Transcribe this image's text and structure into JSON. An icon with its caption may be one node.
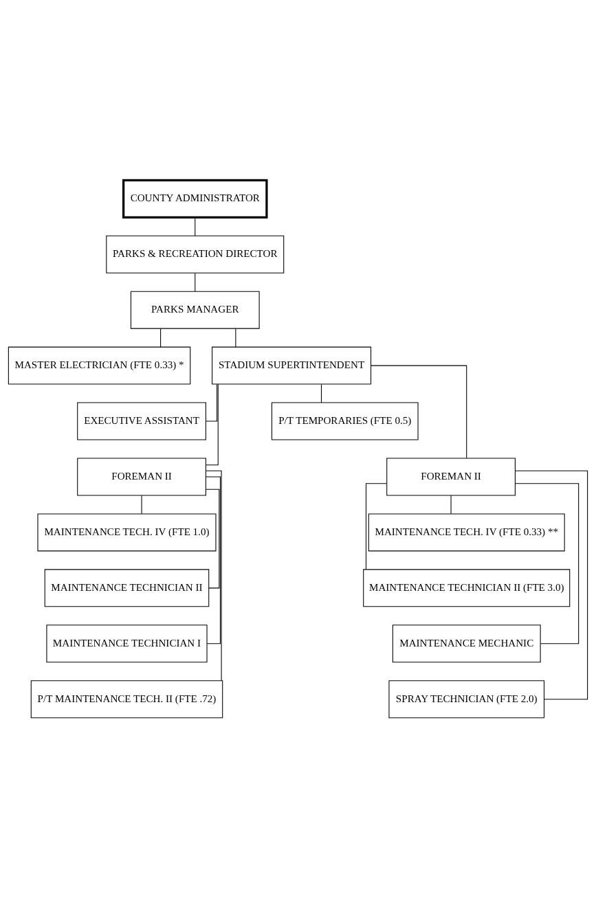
{
  "diagram": {
    "nodes": [
      {
        "text": [
          "COUNTY ADMINISTRATOR"
        ]
      },
      {
        "text": [
          "PARKS & RECREATION DIRECTOR"
        ]
      },
      {
        "text": [
          "PARKS MANAGER"
        ]
      },
      {
        "text": [
          "MASTER ELECTRICIAN (FTE 0.33) *"
        ]
      },
      {
        "text": [
          "STADIUM SUPERTINTENDENT"
        ]
      },
      {
        "text": [
          "EXECUTIVE ASSISTANT"
        ]
      },
      {
        "text": [
          "P/T TEMPORARIES (FTE 0.5)"
        ]
      },
      {
        "text": [
          "FOREMAN II"
        ]
      },
      {
        "text": [
          "FOREMAN II"
        ]
      },
      {
        "text": [
          "MAINTENANCE TECH. IV (FTE 1.0)"
        ]
      },
      {
        "text": [
          "MAINTENANCE TECHNICIAN II"
        ]
      },
      {
        "text": [
          "MAINTENANCE TECHNICIAN I"
        ]
      },
      {
        "text": [
          "P/T MAINTENANCE TECH. II (FTE .72)"
        ]
      },
      {
        "text": [
          "MAINTENANCE TECH. IV (FTE 0.33) **"
        ]
      },
      {
        "text": [
          "MAINTENANCE TECHNICIAN II (FTE 3.0)"
        ]
      },
      {
        "text": [
          "MAINTENANCE MECHANIC"
        ]
      },
      {
        "text": [
          "SPRAY TECHNICIAN (FTE 2.0)"
        ]
      }
    ],
    "edges": [
      {
        "from": 0,
        "to": 1,
        "arrow": "none"
      },
      {
        "from": 1,
        "to": 2,
        "arrow": "none"
      },
      {
        "from": 2,
        "to": 3,
        "arrow": "none"
      },
      {
        "from": 2,
        "to": 4,
        "arrow": "none"
      },
      {
        "from": 4,
        "to": 5,
        "arrow": "none"
      },
      {
        "from": 4,
        "to": 6,
        "arrow": "none"
      },
      {
        "from": 4,
        "to": 7,
        "arrow": "none"
      },
      {
        "from": 4,
        "to": 8,
        "arrow": "none"
      },
      {
        "from": 7,
        "to": 9,
        "arrow": "none"
      },
      {
        "from": 7,
        "to": 10,
        "arrow": "none"
      },
      {
        "from": 7,
        "to": 11,
        "arrow": "none"
      },
      {
        "from": 7,
        "to": 12,
        "arrow": "none"
      },
      {
        "from": 8,
        "to": 13,
        "arrow": "none"
      },
      {
        "from": 8,
        "to": 14,
        "arrow": "none"
      },
      {
        "from": 8,
        "to": 15,
        "arrow": "none"
      },
      {
        "from": 8,
        "to": 16,
        "arrow": "none"
      }
    ]
  }
}
